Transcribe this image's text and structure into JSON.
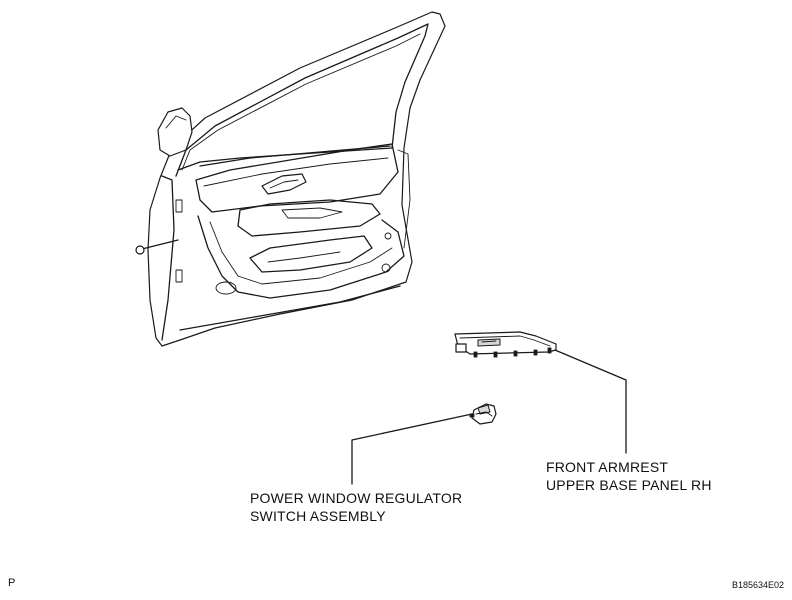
{
  "labels": {
    "front_armrest_line1": "FRONT ARMREST",
    "front_armrest_line2": "UPPER BASE PANEL RH",
    "power_window_line1": "POWER WINDOW REGULATOR",
    "power_window_line2": "SWITCH ASSEMBLY"
  },
  "corner": {
    "left": "P",
    "right": "B185634E02"
  },
  "colors": {
    "line": "#1a1a1a",
    "background": "#ffffff"
  }
}
